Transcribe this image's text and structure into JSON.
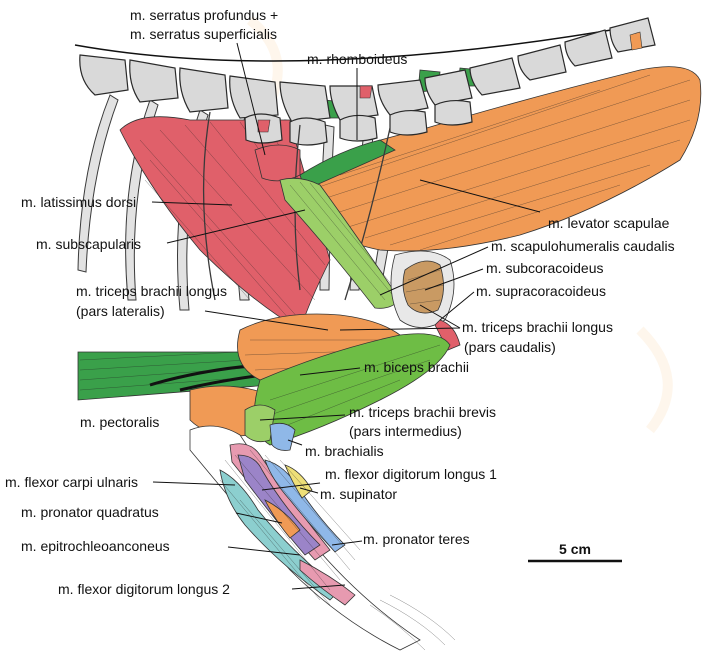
{
  "labels": {
    "serratus": "m. serratus profundus +",
    "serratus2": "m. serratus superficialis",
    "rhomboideus": "m. rhomboideus",
    "latissimus": "m. latissimus dorsi",
    "levator": "m. levator scapulae",
    "subscapularis": "m. subscapularis",
    "scapulohumeralis": "m. scapulohumeralis caudalis",
    "subcoracoideus": "m. subcoracoideus",
    "triceps_long_lat": "m. triceps brachii longus",
    "triceps_long_lat2": "(pars lateralis)",
    "supracoracoideus": "m. supracoracoideus",
    "triceps_long_caud": "m. triceps brachii longus",
    "triceps_long_caud2": "(pars caudalis)",
    "biceps": "m. biceps brachii",
    "pectoralis": "m. pectoralis",
    "triceps_brevis": "m. triceps brachii brevis",
    "triceps_brevis2": "(pars intermedius)",
    "brachialis": "m. brachialis",
    "flexor_carpi": "m. flexor carpi ulnaris",
    "flexor_dig1": "m. flexor digitorum longus 1",
    "supinator": "m. supinator",
    "pronator_quad": "m. pronator quadratus",
    "pronator_teres": "m. pronator teres",
    "epitrochleo": "m. epitrochleoanconeus",
    "flexor_dig2": "m. flexor digitorum longus 2"
  },
  "scale_bar": {
    "label": "5 cm"
  },
  "colors": {
    "red": "#e0606a",
    "orange": "#f09a55",
    "green": "#3aa04a",
    "lightgreen": "#9ccf68",
    "brown": "#c99a63",
    "blue": "#8fb8e8",
    "pink": "#e79ab0",
    "purple": "#9b84c8",
    "teal": "#8ccfcf",
    "yellow": "#eedf78",
    "bone": "#d9d9d9"
  }
}
